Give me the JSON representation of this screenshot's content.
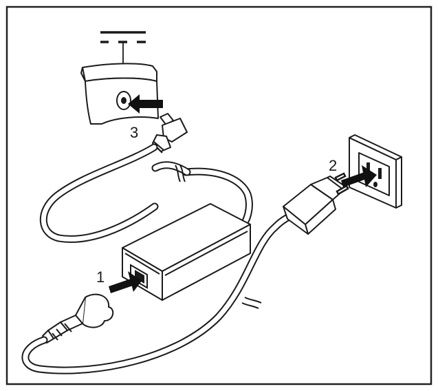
{
  "diagram": {
    "colors": {
      "line": "#1a1a1a",
      "fill": "#ffffff",
      "arrow": "#111111",
      "frame": "#222222"
    },
    "steps": [
      {
        "number": "1",
        "target": "ac-adapter-input"
      },
      {
        "number": "2",
        "target": "wall-outlet"
      },
      {
        "number": "3",
        "target": "laptop-dc-in-port"
      }
    ],
    "dc_symbol": "dc-power-symbol"
  }
}
